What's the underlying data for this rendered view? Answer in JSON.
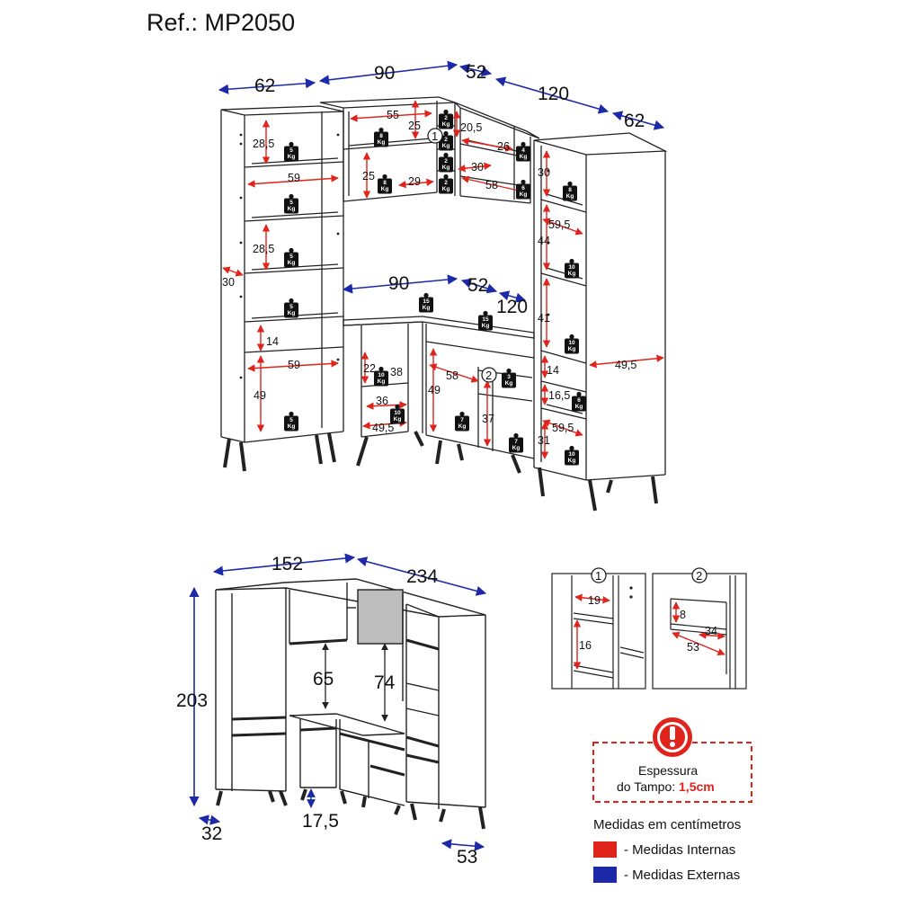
{
  "header": {
    "reference": "Ref.: MP2050"
  },
  "colors": {
    "internal": "#e0231b",
    "external": "#1d2aa8",
    "line": "#222222",
    "warning": "#e0231b"
  },
  "icons": [
    "weight-icon",
    "warning-icon",
    "detail-callout-icon"
  ],
  "top_view": {
    "external_dims": [
      "62",
      "90",
      "52",
      "120",
      "62"
    ],
    "base_external_dims": [
      "90",
      "52",
      "120"
    ],
    "left_tower": {
      "internal": [
        "28,5",
        "59",
        "28,5",
        "14",
        "59",
        "49"
      ],
      "side_depth": "30",
      "weights": [
        "5",
        "5",
        "5",
        "5",
        "5"
      ]
    },
    "upper_cabinet": {
      "internal": [
        "55",
        "25",
        "25",
        "29"
      ],
      "weights": [
        "8",
        "8"
      ]
    },
    "niche_column": {
      "weights": [
        "2",
        "2",
        "2",
        "2"
      ],
      "callout": "1"
    },
    "corner_upper": {
      "internal": [
        "20,5",
        "26",
        "30",
        "58"
      ],
      "weights": [
        "4",
        "6"
      ]
    },
    "right_tower": {
      "internal": [
        "30",
        "59,5",
        "44",
        "41",
        "14",
        "16,5",
        "59,5",
        "31"
      ],
      "side_depth": "49,5",
      "weights": [
        "8",
        "10",
        "10",
        "6",
        "10"
      ]
    },
    "base_left": {
      "internal": [
        "22",
        "38",
        "36",
        "49,5"
      ],
      "weights": [
        "10",
        "10"
      ]
    },
    "base_corner": {
      "internal": [
        "58",
        "49",
        "37"
      ],
      "weights": [
        "7",
        "3",
        "7"
      ],
      "callout": "2"
    },
    "countertop_weights": [
      "15",
      "15"
    ]
  },
  "front_view": {
    "dims": [
      "152",
      "234",
      "203",
      "65",
      "74",
      "17,5",
      "32",
      "53"
    ]
  },
  "details": {
    "detail_1": {
      "label": "1",
      "dims": [
        "19",
        "16"
      ]
    },
    "detail_2": {
      "label": "2",
      "dims": [
        "8",
        "34",
        "53"
      ]
    }
  },
  "notice": {
    "line1": "Espessura",
    "line2_prefix": "do Tampo: ",
    "line2_value": "1,5cm"
  },
  "legend": {
    "title": "Medidas em centímetros",
    "internal": "- Medidas Internas",
    "external": "- Medidas Externas"
  },
  "kg_label": "Kg"
}
